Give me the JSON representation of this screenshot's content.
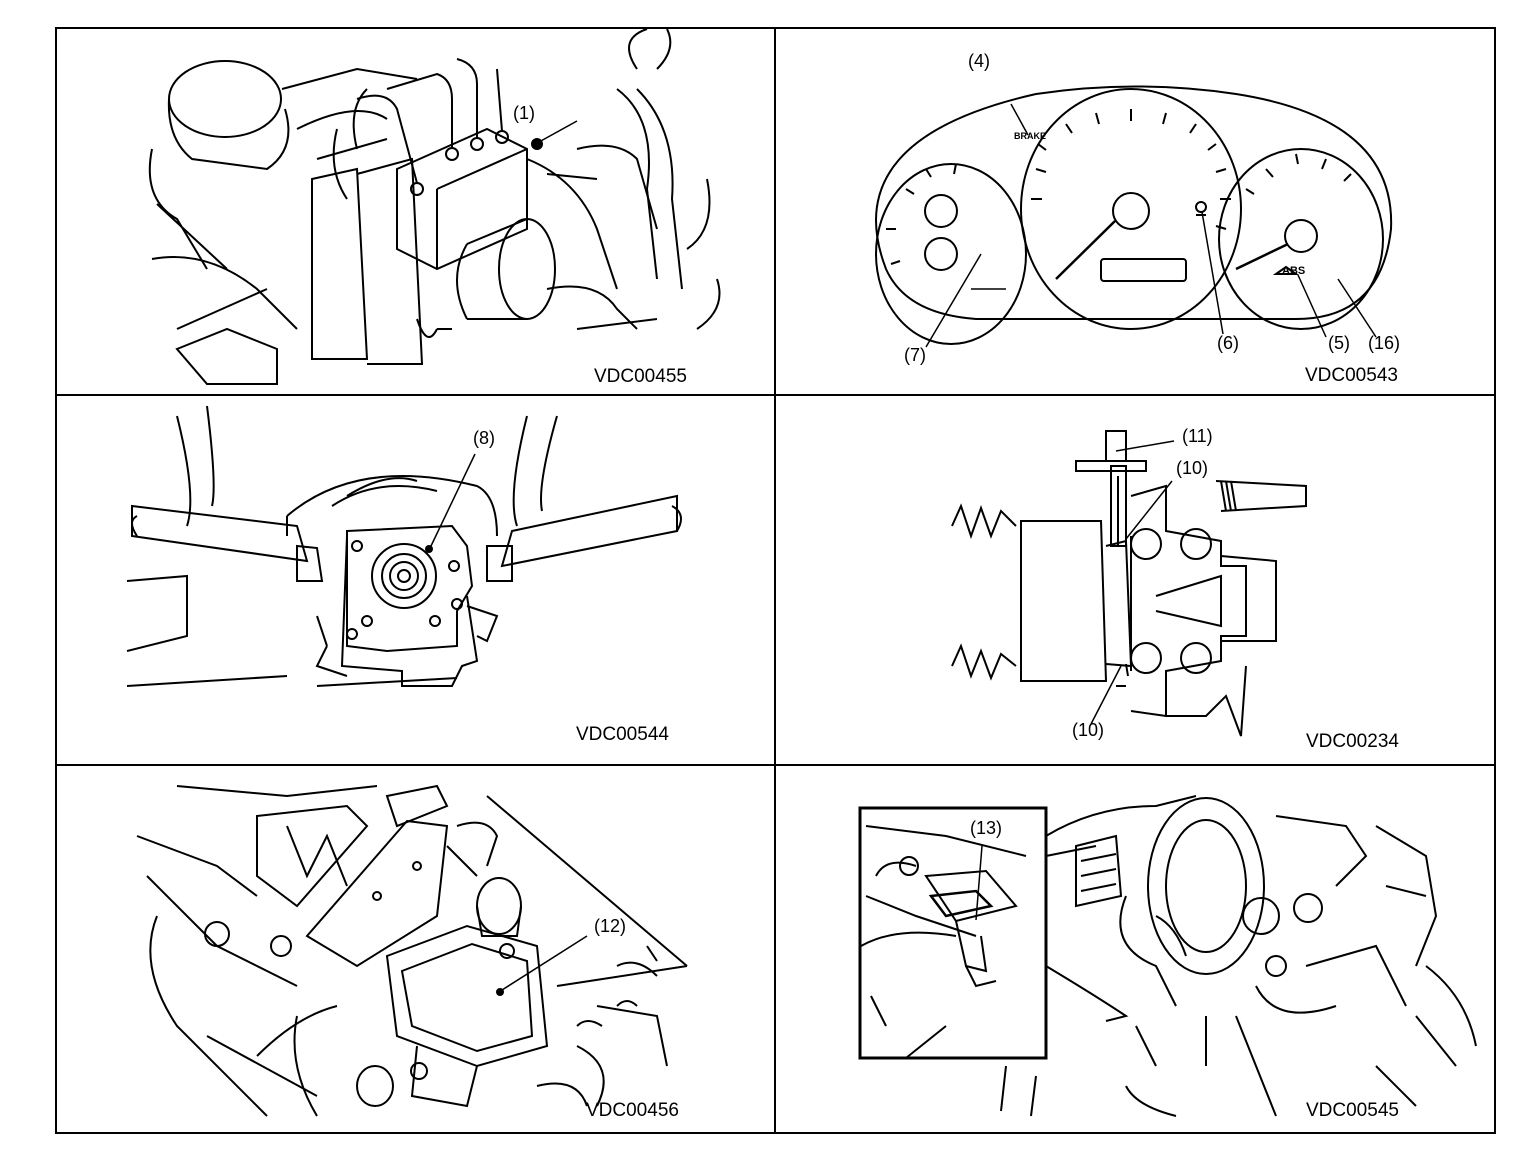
{
  "panels": [
    {
      "code": "VDC00455",
      "callouts": [
        "(1)"
      ]
    },
    {
      "code": "VDC00543",
      "callouts": [
        "(4)",
        "(7)",
        "(6)",
        "(5)",
        "(16)"
      ],
      "gauge_text": {
        "brake": "BRAKE",
        "abs": "ABS"
      }
    },
    {
      "code": "VDC00544",
      "callouts": [
        "(8)"
      ]
    },
    {
      "code": "VDC00234",
      "callouts": [
        "(11)",
        "(10)",
        "(10)"
      ]
    },
    {
      "code": "VDC00456",
      "callouts": [
        "(12)"
      ]
    },
    {
      "code": "VDC00545",
      "callouts": [
        "(13)"
      ]
    }
  ]
}
